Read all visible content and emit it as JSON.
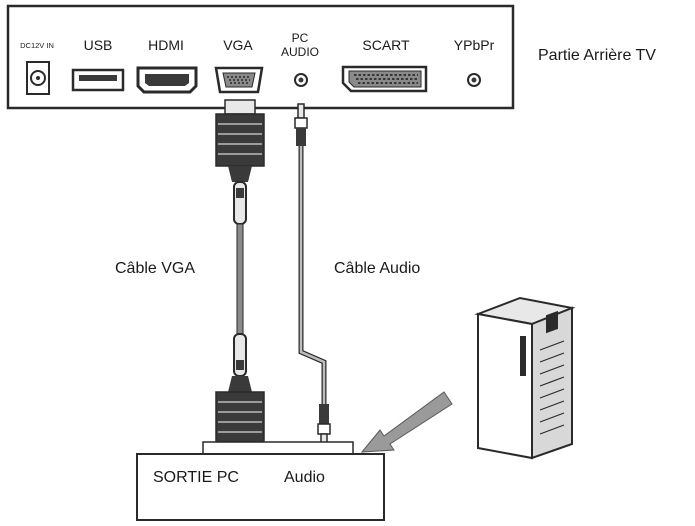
{
  "tv_panel": {
    "ports": [
      {
        "label": "DC12V IN"
      },
      {
        "label": "USB"
      },
      {
        "label": "HDMI"
      },
      {
        "label": "VGA"
      },
      {
        "label": "PC"
      },
      {
        "label": "AUDIO"
      },
      {
        "label": "SCART"
      },
      {
        "label": "YPbPr"
      }
    ],
    "side_label": "Partie Arrière TV"
  },
  "cables": {
    "vga_label": "Câble VGA",
    "audio_label": "Câble Audio"
  },
  "pc_output": {
    "label_pc": "SORTIE PC",
    "label_audio": "Audio"
  },
  "colors": {
    "line": "#2a2a2a",
    "fill_dark": "#3a3a3a",
    "fill_mid": "#8a8a8a",
    "fill_light": "#e8e8e8"
  }
}
